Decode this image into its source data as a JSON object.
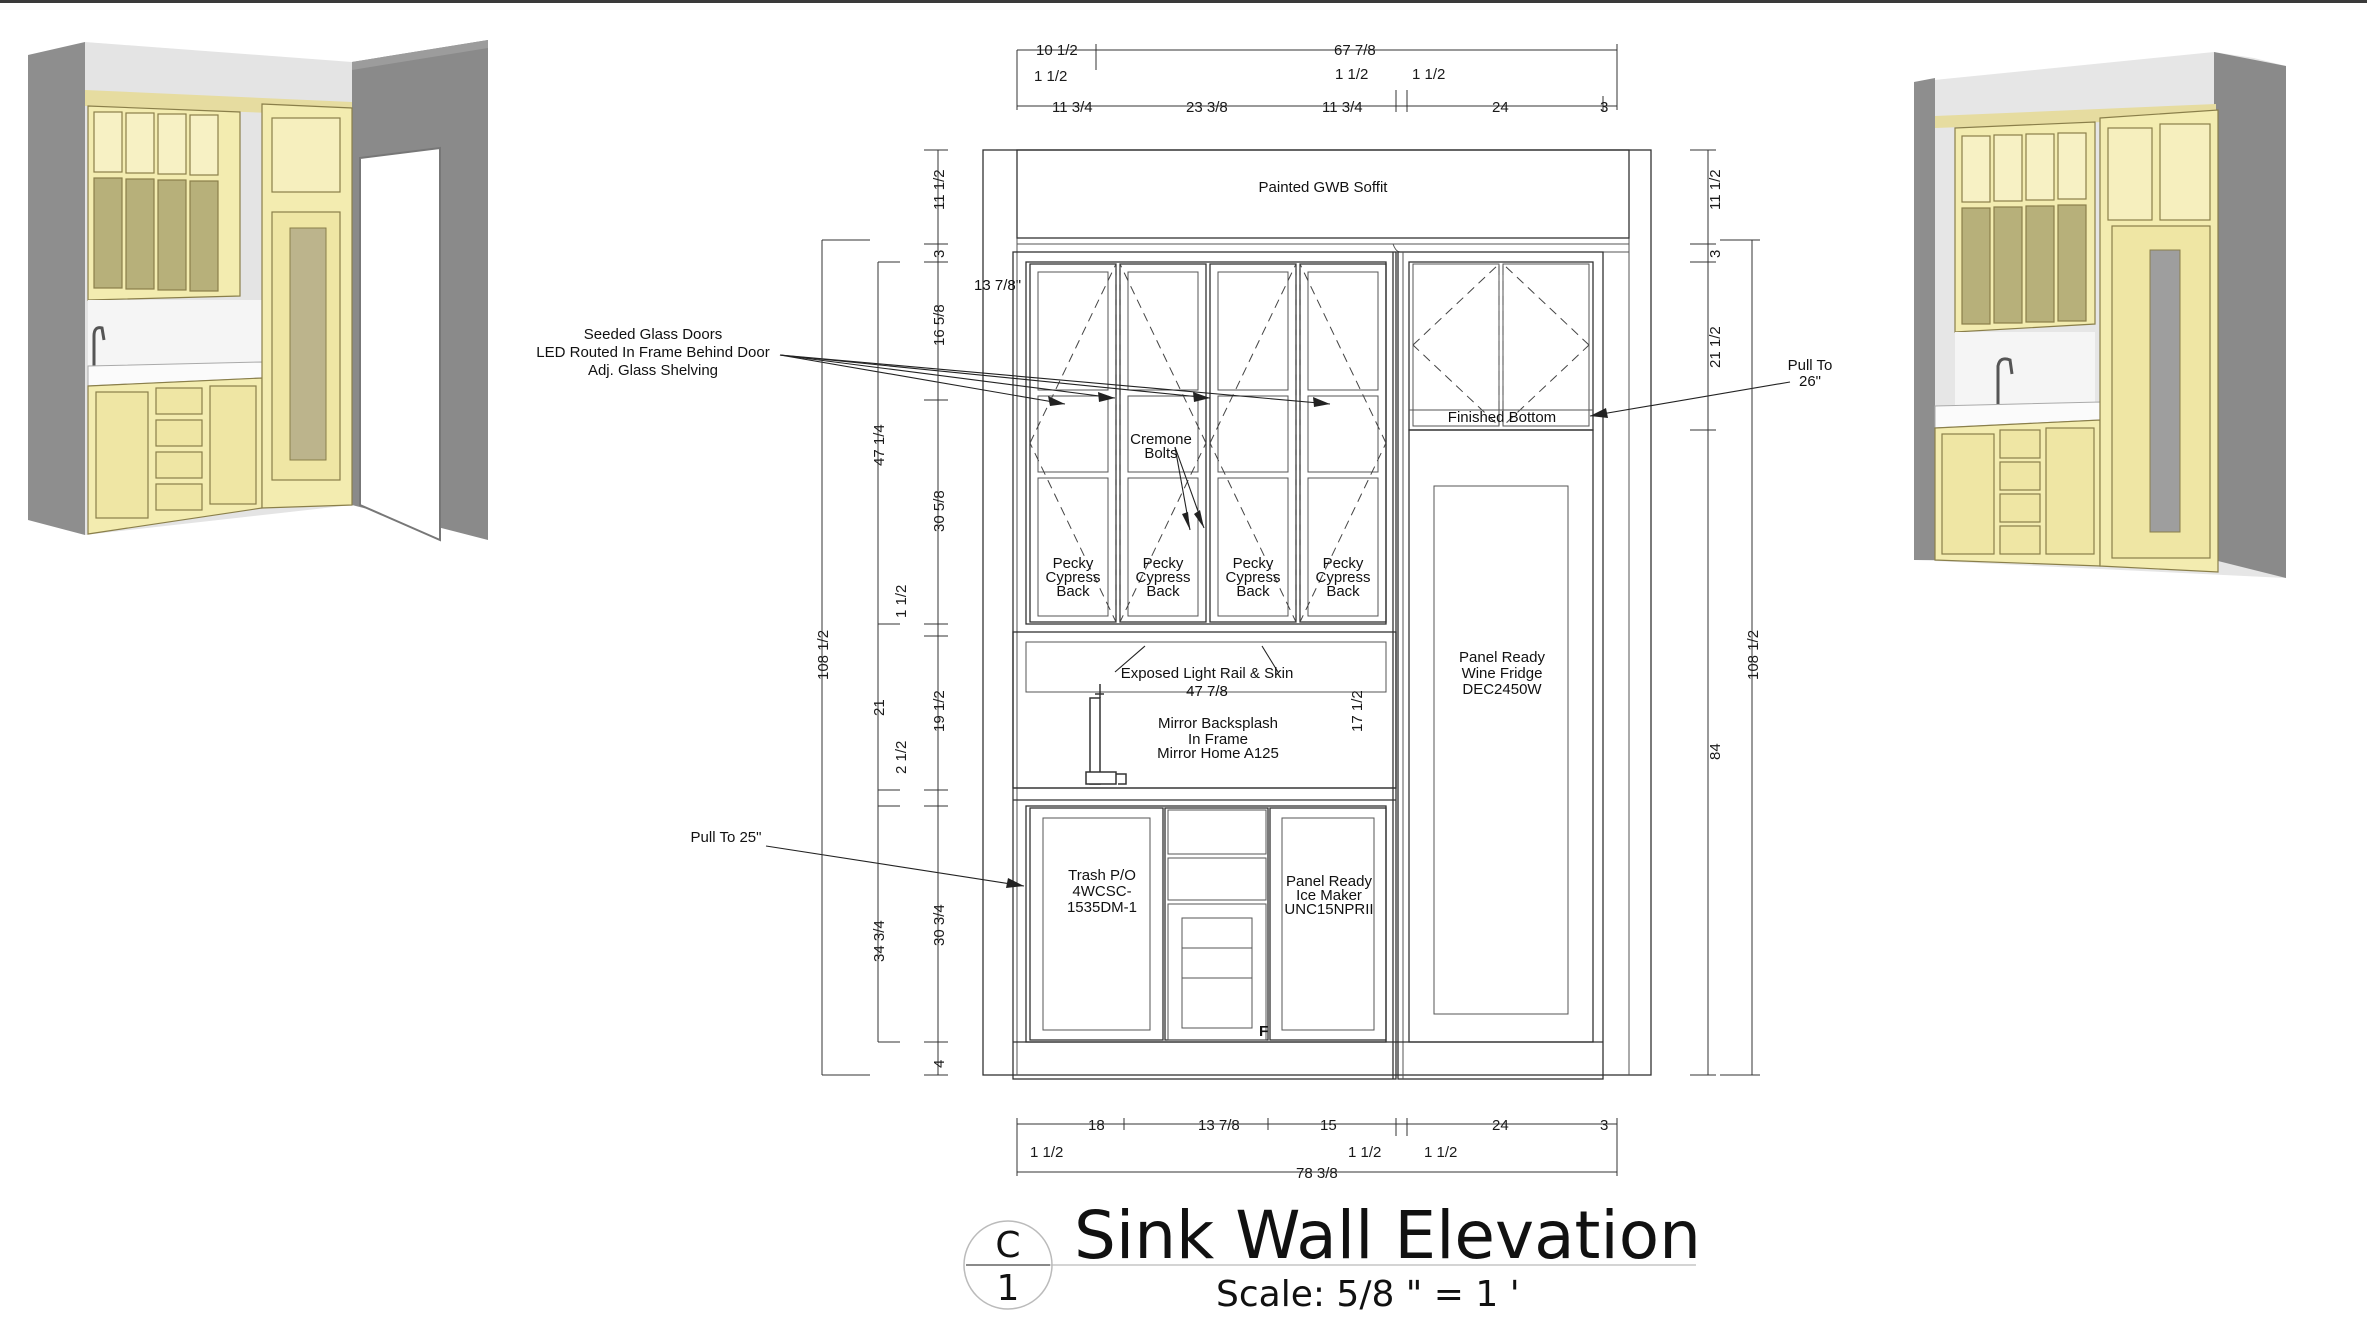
{
  "title": {
    "main": "Sink Wall Elevation",
    "scale": "Scale: 5/8 \" = 1 '",
    "marker_letter": "C",
    "marker_number": "1"
  },
  "top_dims": {
    "overall": "67 7/8",
    "left_offset": "10 1/2",
    "row2_a": "1 1/2",
    "row2_b": "1 1/2",
    "row2_c": "1 1/2",
    "row3": [
      "11 3/4",
      "23 3/8",
      "11 3/4",
      "24",
      "3"
    ]
  },
  "bottom_dims": {
    "row1": [
      "18",
      "13 7/8",
      "15",
      "24",
      "3"
    ],
    "row2": [
      "1 1/2",
      "1 1/2",
      "1 1/2"
    ],
    "overall": "78 3/8"
  },
  "left_dims": {
    "outer": "108 1/2",
    "mid": [
      "47 1/4",
      "21",
      "34 3/4"
    ],
    "inner": [
      "11 1/2",
      "3",
      "16 5/8",
      "30 5/8",
      "1 1/2",
      "19 1/2",
      "2 1/2",
      "30 3/4",
      "4"
    ]
  },
  "right_dims": {
    "inner": [
      "11 1/2",
      "3",
      "21 1/2",
      "84"
    ],
    "outer": "108 1/2"
  },
  "labels": {
    "soffit": "Painted GWB Soffit",
    "glass_doors": [
      "Seeded Glass Doors",
      "LED Routed In Frame Behind Door",
      "Adj. Glass Shelving"
    ],
    "door_width": "13 7/8\"",
    "cremone": [
      "Cremone",
      "Bolts"
    ],
    "pecky": [
      "Pecky",
      "Cypress",
      "Back"
    ],
    "finished_bottom": "Finished Bottom",
    "pull_to_26": [
      "Pull To",
      "26\""
    ],
    "light_rail": "Exposed Light Rail & Skin",
    "rail_width": "47 7/8",
    "backsplash": [
      "Mirror Backsplash",
      "In Frame",
      "Mirror Home A125"
    ],
    "backsplash_height": "17 1/2",
    "wine_fridge": [
      "Panel Ready",
      "Wine Fridge",
      "DEC2450W"
    ],
    "pull_to_25": "Pull To 25\"",
    "trash": [
      "Trash P/O",
      "4WCSC-",
      "1535DM-1"
    ],
    "ice_maker": [
      "Panel Ready",
      "Ice Maker",
      "UNC15NPRII"
    ],
    "filler_mark": "F"
  },
  "colors": {
    "cabinet": "#f3ecb0",
    "cabinet_shade": "#dccf86",
    "wall_grey": "#8c8c8c",
    "line": "#333333"
  }
}
